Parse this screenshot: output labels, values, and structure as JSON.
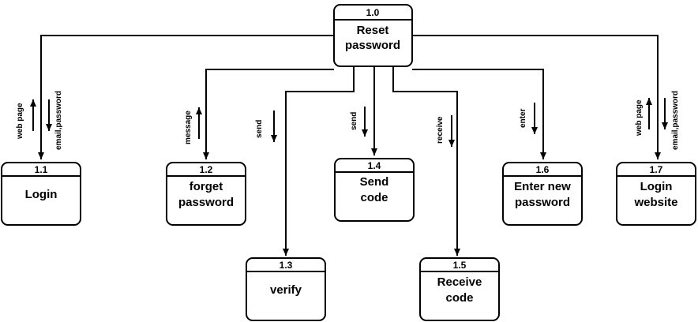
{
  "processes": {
    "root": {
      "id": "1.0",
      "line1": "Reset",
      "line2": "password"
    },
    "p1_1": {
      "id": "1.1",
      "line1": "Login"
    },
    "p1_2": {
      "id": "1.2",
      "line1": "forget",
      "line2": "password"
    },
    "p1_3": {
      "id": "1.3",
      "line1": "verify"
    },
    "p1_4": {
      "id": "1.4",
      "line1": "Send",
      "line2": "code"
    },
    "p1_5": {
      "id": "1.5",
      "line1": "Receive",
      "line2": "code"
    },
    "p1_6": {
      "id": "1.6",
      "line1": "Enter new",
      "line2": "password"
    },
    "p1_7": {
      "id": "1.7",
      "line1": "Login",
      "line2": "website"
    }
  },
  "flows": {
    "login_up": "web page",
    "login_down": "email,password",
    "forget": "message",
    "verify": "send",
    "sendcode": "send",
    "receive": "receive",
    "enter": "enter",
    "website_up": "web page",
    "website_down": "email,password"
  }
}
